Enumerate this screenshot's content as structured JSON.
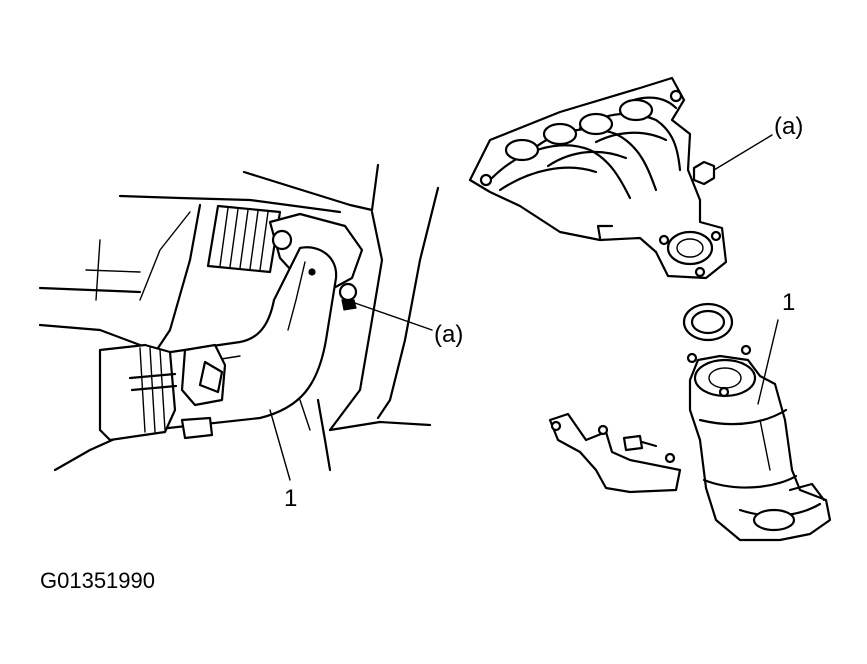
{
  "labels": {
    "left_part": "1",
    "left_nut": "(a)",
    "right_part": "1",
    "right_nut": "(a)"
  },
  "figure_code": "G01351990"
}
